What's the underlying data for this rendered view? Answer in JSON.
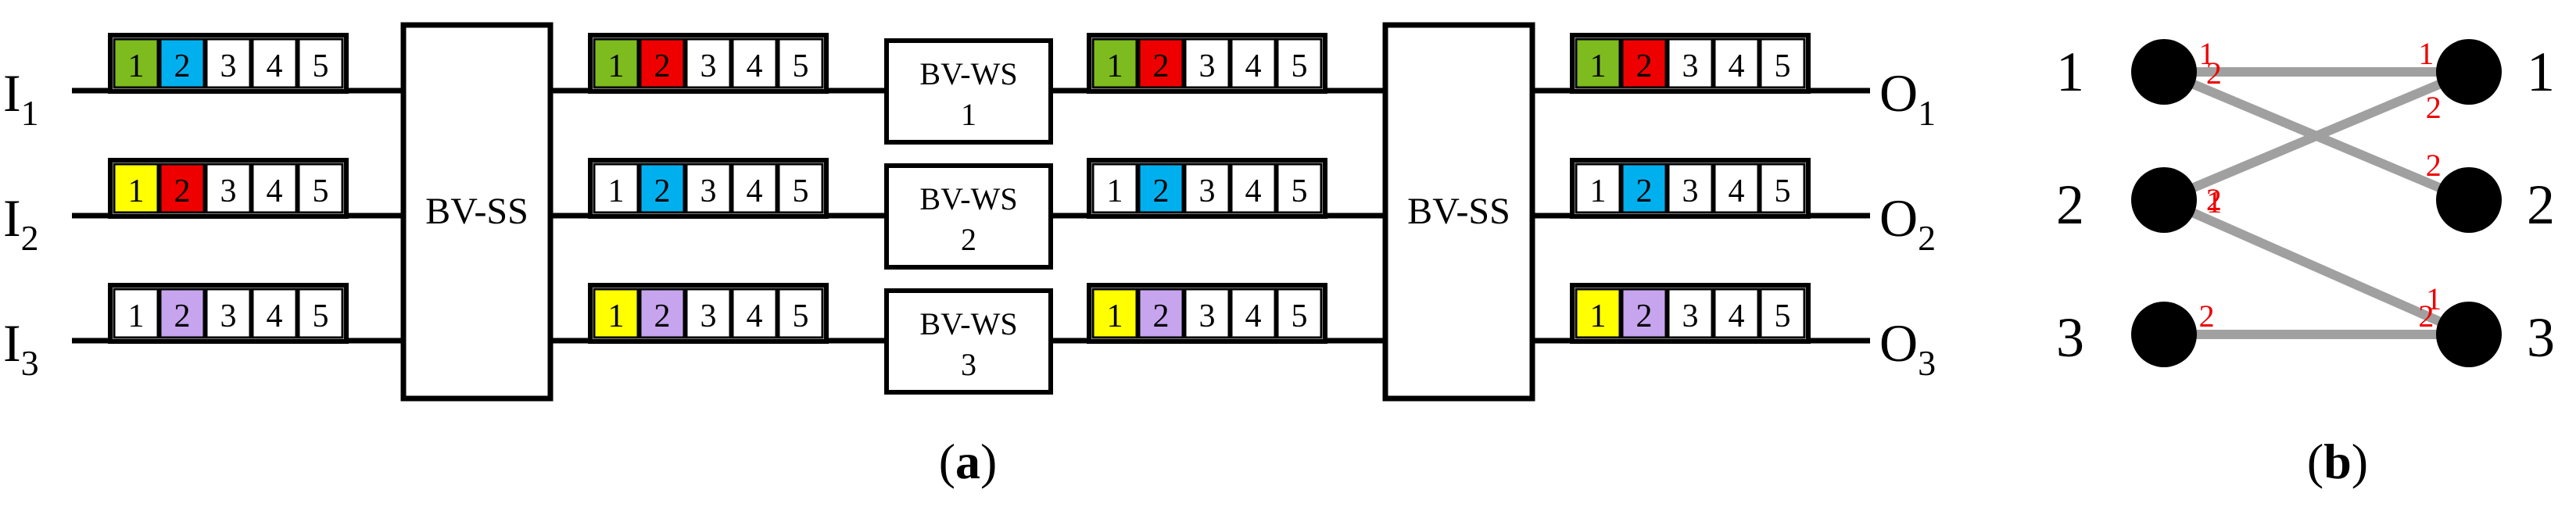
{
  "colors": {
    "green": "#7dbb1e",
    "red": "#ee0000",
    "cyan": "#00b0ee",
    "yellow": "#ffff00",
    "purple": "#c6a4ee",
    "white": "#ffffff",
    "black": "#000000",
    "edge": "#a0a0a0",
    "edge_label": "#ee0000"
  },
  "panel_a": {
    "caption": "(a)",
    "inputs": [
      {
        "letter": "I",
        "sub": "1"
      },
      {
        "letter": "I",
        "sub": "2"
      },
      {
        "letter": "I",
        "sub": "3"
      }
    ],
    "outputs": [
      {
        "letter": "O",
        "sub": "1"
      },
      {
        "letter": "O",
        "sub": "2"
      },
      {
        "letter": "O",
        "sub": "3"
      }
    ],
    "switch_left": "BV-SS",
    "switch_right": "BV-SS",
    "ws_boxes": [
      {
        "line1": "BV-WS",
        "line2": "1"
      },
      {
        "line1": "BV-WS",
        "line2": "2"
      },
      {
        "line1": "BV-WS",
        "line2": "3"
      }
    ],
    "slot_labels": [
      "1",
      "2",
      "3",
      "4",
      "5"
    ],
    "slot_colors": [
      [
        [
          "green",
          "cyan",
          "white",
          "white",
          "white"
        ],
        [
          "green",
          "red",
          "white",
          "white",
          "white"
        ],
        [
          "green",
          "red",
          "white",
          "white",
          "white"
        ],
        [
          "green",
          "red",
          "white",
          "white",
          "white"
        ]
      ],
      [
        [
          "yellow",
          "red",
          "white",
          "white",
          "white"
        ],
        [
          "white",
          "cyan",
          "white",
          "white",
          "white"
        ],
        [
          "white",
          "cyan",
          "white",
          "white",
          "white"
        ],
        [
          "white",
          "cyan",
          "white",
          "white",
          "white"
        ]
      ],
      [
        [
          "white",
          "purple",
          "white",
          "white",
          "white"
        ],
        [
          "yellow",
          "purple",
          "white",
          "white",
          "white"
        ],
        [
          "yellow",
          "purple",
          "white",
          "white",
          "white"
        ],
        [
          "yellow",
          "purple",
          "white",
          "white",
          "white"
        ]
      ]
    ]
  },
  "panel_b": {
    "caption": "(b)",
    "left_labels": [
      "1",
      "2",
      "3"
    ],
    "right_labels": [
      "1",
      "2",
      "3"
    ],
    "edges": [
      {
        "from": 0,
        "to": 0,
        "label_left": "1",
        "label_right": "1"
      },
      {
        "from": 0,
        "to": 1,
        "label_left": "2",
        "label_right": "2"
      },
      {
        "from": 1,
        "to": 0,
        "label_left": "2",
        "label_right": "2"
      },
      {
        "from": 1,
        "to": 2,
        "label_left": "1",
        "label_right": "1"
      },
      {
        "from": 2,
        "to": 2,
        "label_left": "2",
        "label_right": "2"
      }
    ]
  }
}
